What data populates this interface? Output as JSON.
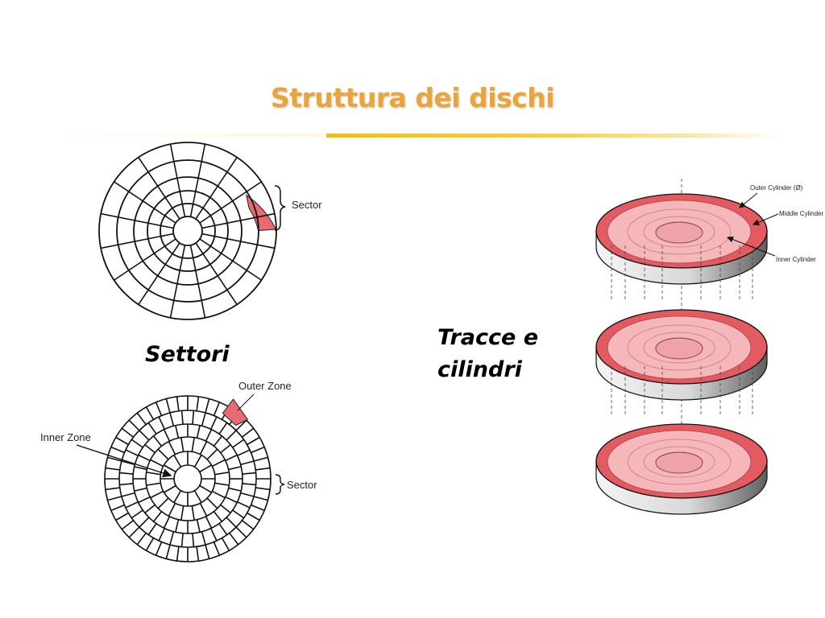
{
  "title": "Struttura dei dischi",
  "captions": {
    "settori": "Settori",
    "tracce_line1": "Tracce e",
    "tracce_line2": "cilindri"
  },
  "diagram1": {
    "sector_label": "Sector"
  },
  "diagram2": {
    "outer_zone_label": "Outer Zone",
    "inner_zone_label": "Inner Zone",
    "sector_label": "Sector"
  },
  "diagram3": {
    "outer_cylinder_label": "Outer Cylinder (Ø)",
    "middle_cylinder_label": "Middle Cylinder",
    "inner_cylinder_label": "Inner Cylinder"
  },
  "colors": {
    "title": "#e9a53c",
    "rule": "#f2bf10",
    "sector_fill": "#e96a6f",
    "platter_red": "#e35a60",
    "platter_pink": "#f5b7ba"
  }
}
